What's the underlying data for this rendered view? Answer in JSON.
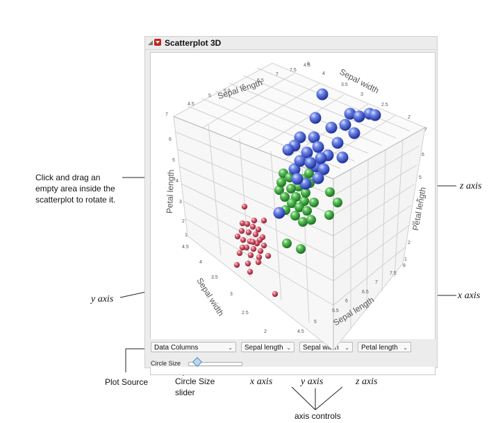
{
  "panel": {
    "title": "Scatterplot 3D"
  },
  "controls": {
    "plot_source": "Data Columns",
    "x_axis_select": "Sepal length",
    "y_axis_select": "Sepal width",
    "z_axis_select": "Petal length",
    "circle_size_label": "Circle Size"
  },
  "annotations": {
    "rotate_line1": "Click and drag an",
    "rotate_line2": "empty area inside the",
    "rotate_line3": "scatterplot to rotate it.",
    "y_axis_left": "y axis",
    "z_axis_right": "z axis",
    "x_axis_right": "x axis",
    "plot_source": "Plot Source",
    "circle_size_1": "Circle Size",
    "circle_size_2": "slider",
    "x_axis_bottom": "x axis",
    "y_axis_bottom": "y axis",
    "z_axis_bottom": "z axis",
    "axis_controls": "axis controls"
  },
  "axes": {
    "top_sepal_length": {
      "label": "Sepal length",
      "ticks": [
        "4.5",
        "5",
        "5.5",
        "6",
        "6.5",
        "7",
        "7.5"
      ]
    },
    "top_sepal_width": {
      "label": "Sepal width",
      "ticks": [
        "4",
        "3.5",
        "3",
        "2.5",
        "2"
      ]
    },
    "left_petal_length": {
      "label": "Petal length",
      "ticks": [
        "7",
        "6",
        "5",
        "4",
        "3",
        "2",
        "1"
      ]
    },
    "right_petal_length": {
      "label": "Petal length",
      "ticks": [
        "7",
        "6",
        "5",
        "4",
        "3",
        "2",
        "1"
      ]
    },
    "bottom_sepal_width": {
      "label": "Sepal width",
      "ticks": [
        "4.5",
        "4",
        "3.5",
        "3",
        "2.5",
        "2"
      ]
    },
    "bottom_sepal_length": {
      "label": "Sepal length",
      "ticks": [
        "4.5",
        "5",
        "5.5",
        "6",
        "6.5",
        "7",
        "7.5",
        "8"
      ]
    },
    "top_corner_tick": "4.5",
    "top_corner_tick2": "8"
  },
  "colors": {
    "setosa": "#e06070",
    "versicolor": "#4fbf4f",
    "virginica": "#4f6fe0"
  }
}
